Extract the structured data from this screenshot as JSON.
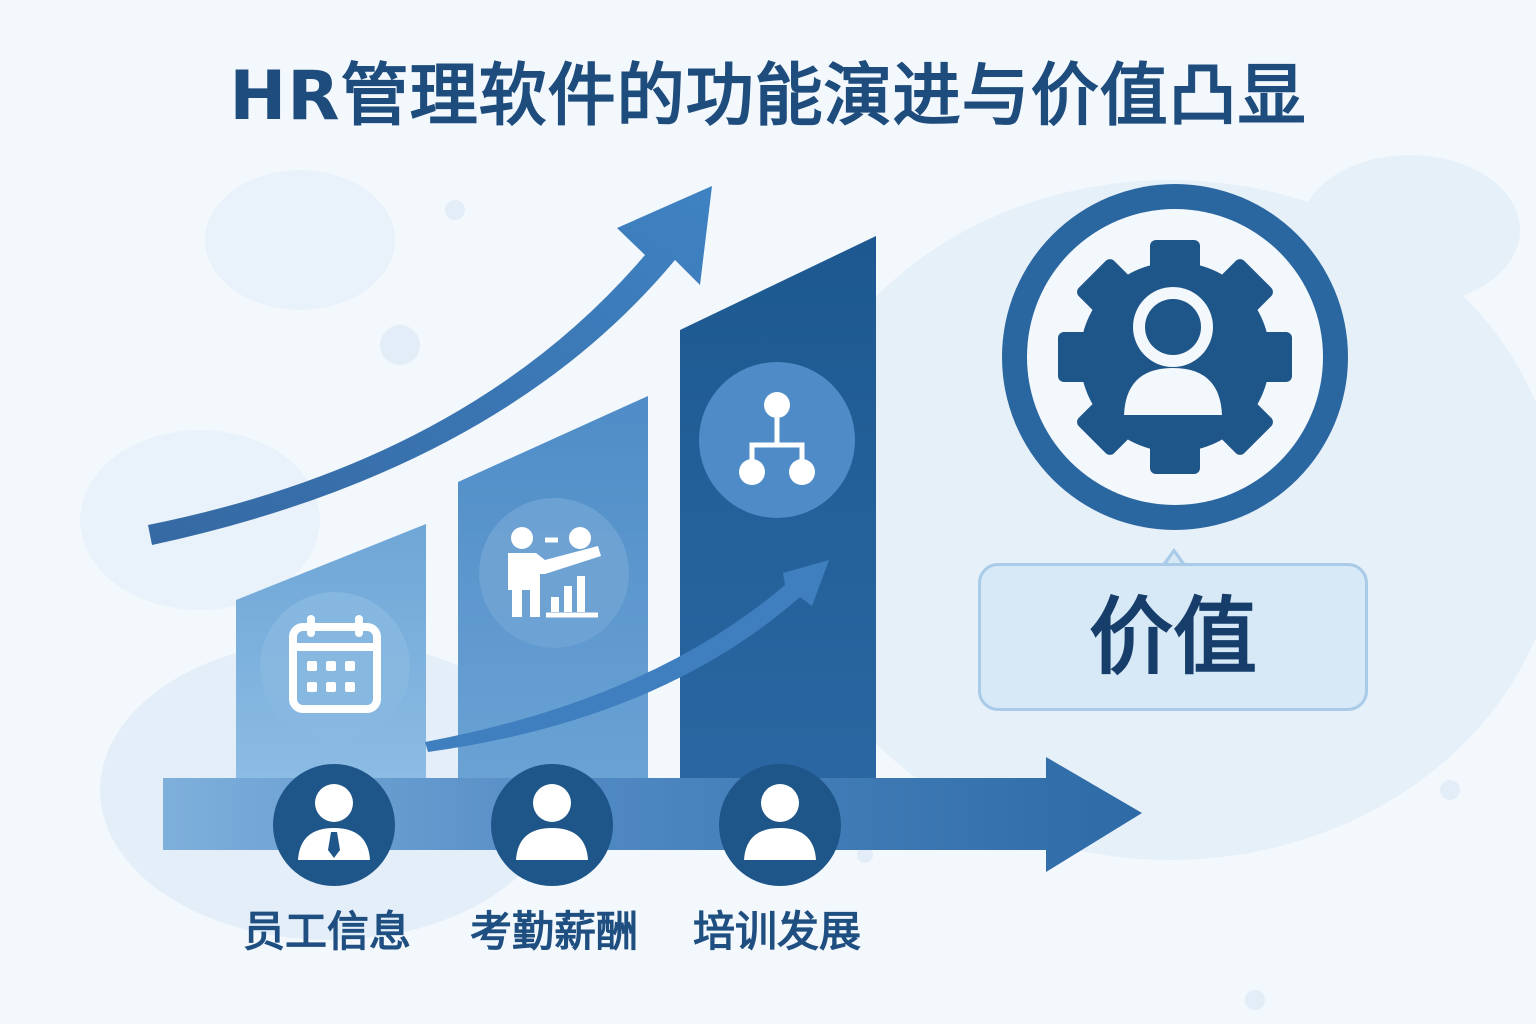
{
  "title": "HR管理软件的功能演进与价值凸显",
  "stages": [
    {
      "label": "员工信息",
      "icon": "calendar-icon",
      "person_icon": "person-tie-icon"
    },
    {
      "label": "考勤薪酬",
      "icon": "presentation-chart-icon",
      "person_icon": "person-icon"
    },
    {
      "label": "培训发展",
      "icon": "org-chart-icon",
      "person_icon": "person-icon"
    }
  ],
  "value": {
    "label": "价值",
    "icon": "gear-person-icon"
  },
  "colors": {
    "title": "#1d4c7d",
    "bar_light": "#6fa6d6",
    "bar_mid": "#4f8cc7",
    "bar_dark": "#1f5b92",
    "arrow": "#3f7fbf",
    "badge": "#1f5689",
    "value_box_bg": "#d7e8f6",
    "value_box_border": "#a9cbe8"
  }
}
